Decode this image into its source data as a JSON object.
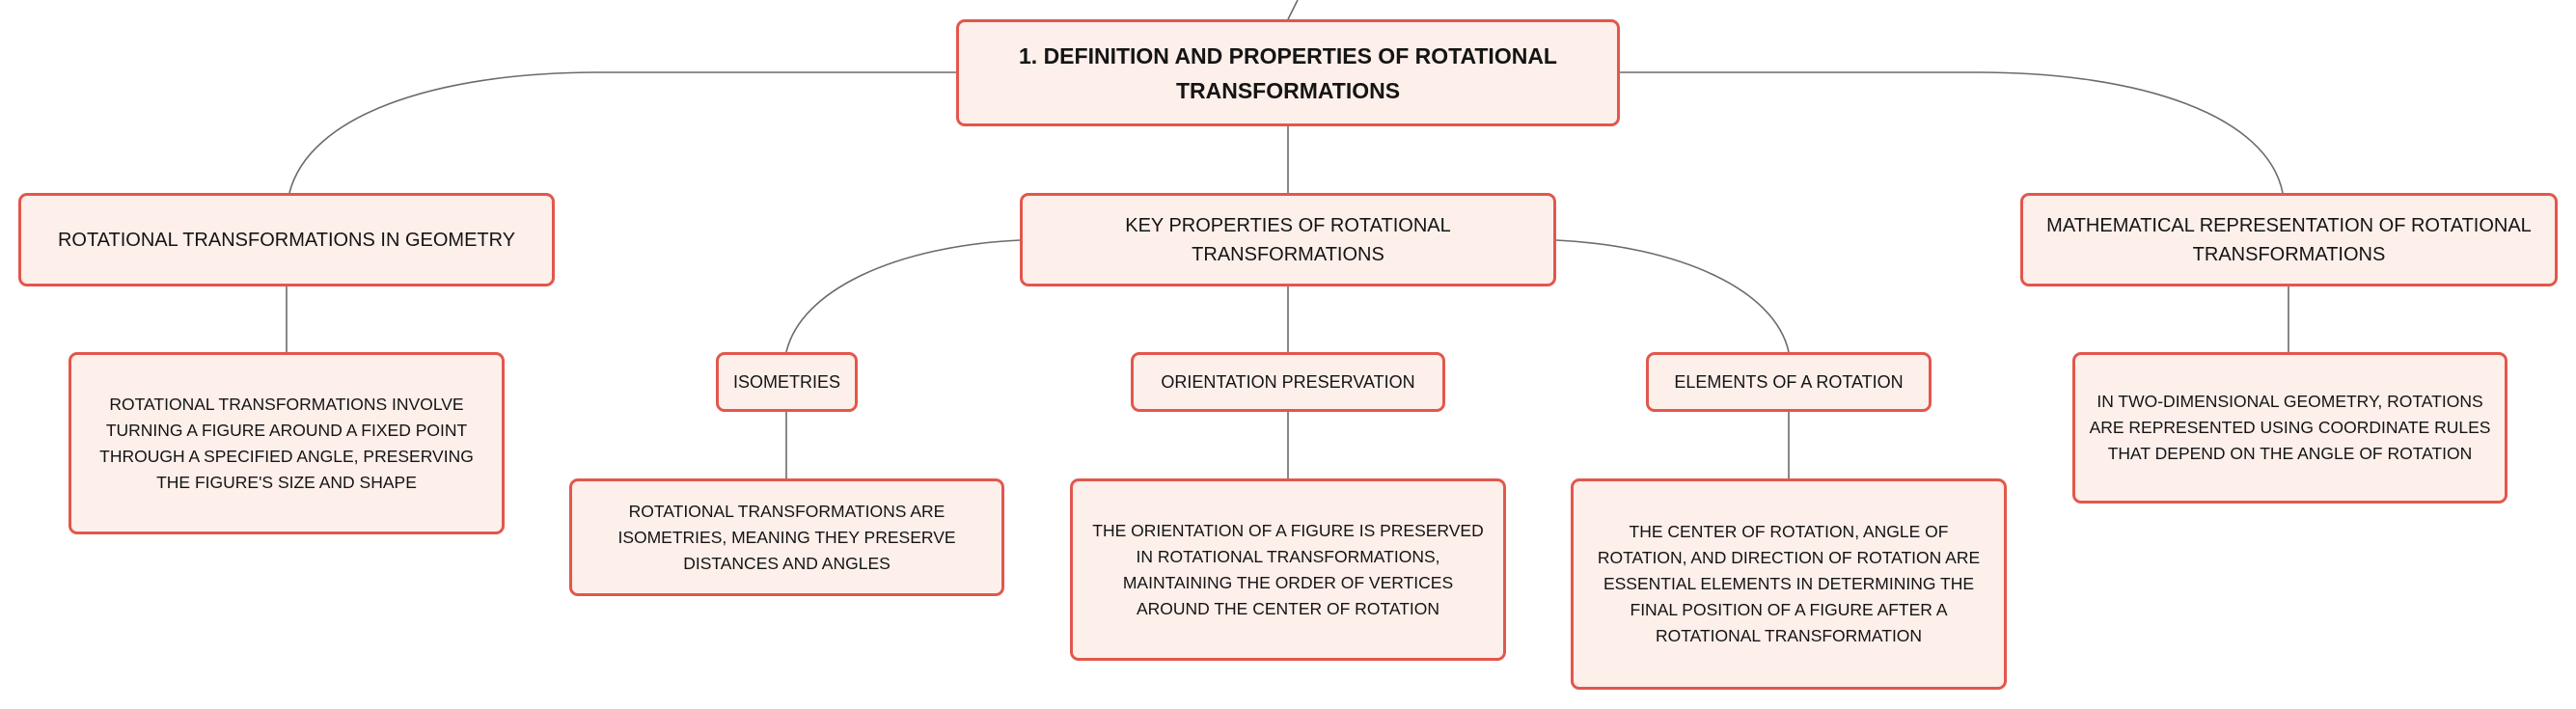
{
  "diagram": {
    "type": "mind-map",
    "root": "1. DEFINITION AND PROPERTIES OF ROTATIONAL TRANSFORMATIONS",
    "branches": {
      "geometry": {
        "label": "ROTATIONAL TRANSFORMATIONS IN GEOMETRY",
        "detail": "ROTATIONAL TRANSFORMATIONS INVOLVE TURNING A FIGURE AROUND A FIXED POINT THROUGH A SPECIFIED ANGLE, PRESERVING THE FIGURE'S SIZE AND SHAPE"
      },
      "key_properties": {
        "label": "KEY PROPERTIES OF ROTATIONAL TRANSFORMATIONS",
        "children": {
          "isometries": {
            "label": "ISOMETRIES",
            "detail": "ROTATIONAL TRANSFORMATIONS ARE ISOMETRIES, MEANING THEY PRESERVE DISTANCES AND ANGLES"
          },
          "orientation": {
            "label": "ORIENTATION PRESERVATION",
            "detail": "THE ORIENTATION OF A FIGURE IS PRESERVED IN ROTATIONAL TRANSFORMATIONS, MAINTAINING THE ORDER OF VERTICES AROUND THE CENTER OF ROTATION"
          },
          "elements": {
            "label": "ELEMENTS OF A ROTATION",
            "detail": "THE CENTER OF ROTATION, ANGLE OF ROTATION, AND DIRECTION OF ROTATION ARE ESSENTIAL ELEMENTS IN DETERMINING THE FINAL POSITION OF A FIGURE AFTER A ROTATIONAL TRANSFORMATION"
          }
        }
      },
      "math": {
        "label": "MATHEMATICAL REPRESENTATION OF ROTATIONAL TRANSFORMATIONS",
        "detail": "IN TWO-DIMENSIONAL GEOMETRY, ROTATIONS ARE REPRESENTED USING COORDINATE RULES THAT DEPEND ON THE ANGLE OF ROTATION"
      }
    },
    "colors": {
      "node_fill": "#fdefea",
      "node_border": "#e2574c",
      "connector": "#6b6b6b",
      "text": "#141414"
    }
  }
}
